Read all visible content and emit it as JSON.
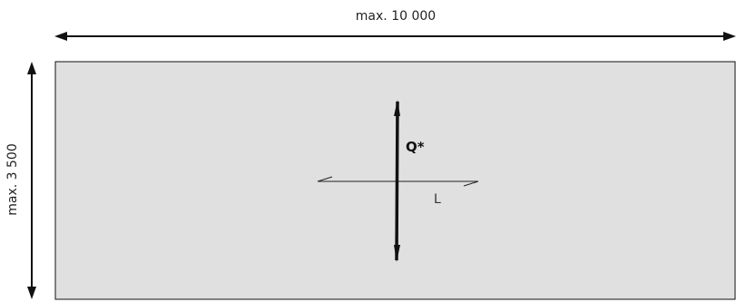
{
  "dimensions": {
    "width_label": "max. 10 000",
    "height_label": "max. 3 500"
  },
  "panel": {
    "fill_color": "#e0e0e0",
    "stroke_color": "#111111"
  },
  "axes": {
    "vertical_label": "Q*",
    "horizontal_label": "L"
  }
}
